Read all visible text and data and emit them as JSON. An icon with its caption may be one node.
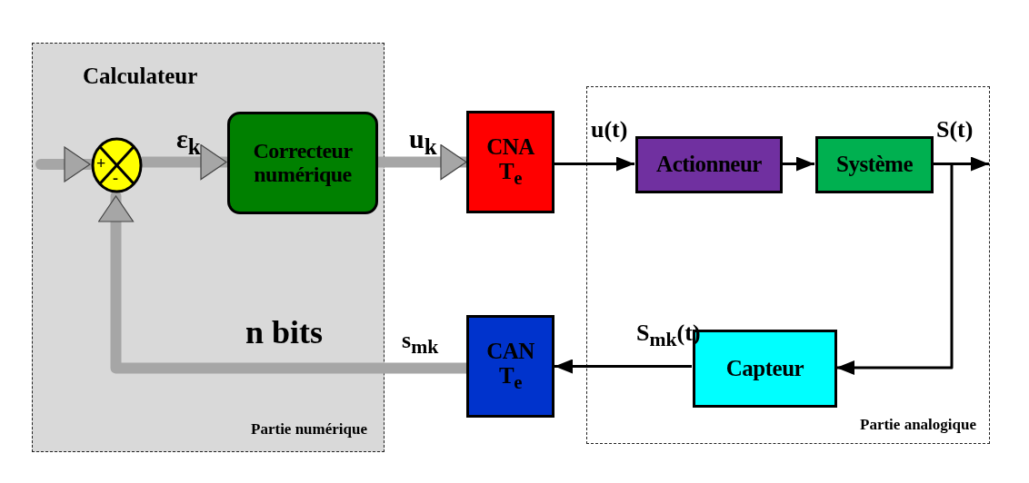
{
  "diagram": {
    "nodes": [
      {
        "text": [
          "Calculateur",
          "Partie numérique"
        ]
      },
      {
        "text": [
          "+",
          "-"
        ],
        "in": 0
      },
      {
        "text": [
          "Correcteur numérique"
        ],
        "in": 0
      },
      {
        "text": [
          "CNA",
          "T$_{e}$"
        ]
      },
      {
        "text": [
          "Partie analogique"
        ]
      },
      {
        "text": [
          "Actionneur"
        ],
        "in": 4
      },
      {
        "text": [
          "Système"
        ],
        "in": 4
      },
      {
        "text": [
          "Capteur"
        ],
        "in": 4
      },
      {
        "text": [
          "CAN",
          "T$_{e}$"
        ]
      }
    ],
    "edges": [
      {
        "from": null,
        "to": 1,
        "arrow": "to",
        "style": "thick",
        "color": "#a6a6a6"
      },
      {
        "from": 1,
        "to": 2,
        "arrow": "to",
        "label": "ε$_{k}$",
        "style": "thick",
        "color": "#a6a6a6"
      },
      {
        "from": 2,
        "to": 3,
        "arrow": "to",
        "label": "u$_{k}$",
        "style": "thick",
        "color": "#a6a6a6"
      },
      {
        "from": 3,
        "to": 5,
        "arrow": "to",
        "label": "u(t)"
      },
      {
        "from": 5,
        "to": 6,
        "arrow": "to"
      },
      {
        "from": 6,
        "to": null,
        "arrow": "to",
        "label": "S(t)"
      },
      {
        "from": 6,
        "to": 7,
        "arrow": "to"
      },
      {
        "from": 7,
        "to": 8,
        "arrow": "to",
        "label": "S$_{mk}$(t)"
      },
      {
        "from": 8,
        "to": 1,
        "arrow": "to",
        "label": "s$_{mk}$",
        "style": "thick",
        "color": "#a6a6a6"
      }
    ],
    "labels": [
      "n bits"
    ]
  }
}
